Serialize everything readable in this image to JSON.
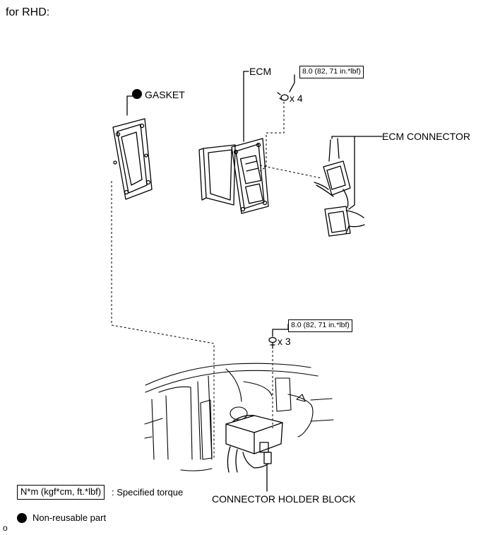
{
  "header": {
    "text": "for RHD:"
  },
  "labels": {
    "gasket": "GASKET",
    "ecm": "ECM",
    "ecm_connector": "ECM CONNECTOR",
    "connector_holder_block": "CONNECTOR HOLDER BLOCK"
  },
  "torque": {
    "top": {
      "value": "8.0 (82, 71 in.*lbf)",
      "qty": "x 4"
    },
    "lower": {
      "value": "8.0 (82, 71 in.*lbf)",
      "qty": "x 3"
    }
  },
  "legend": {
    "torque_unit": "N*m (kgf*cm, ft.*lbf)",
    "torque_desc": ": Specified torque",
    "nonreusable": "Non-reusable part",
    "footnote": "o"
  }
}
